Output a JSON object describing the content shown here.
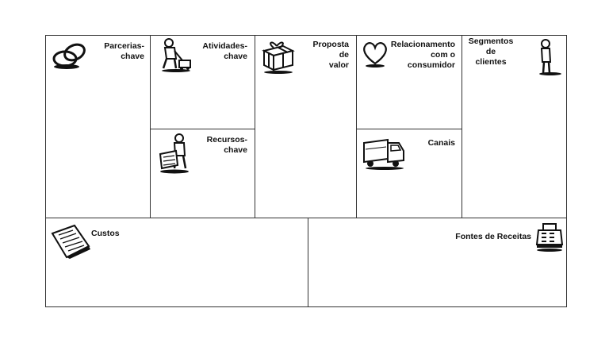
{
  "canvas": {
    "blocks": {
      "parcerias": {
        "label": "Parcerias-\nchave",
        "icon": "chain-links-icon"
      },
      "atividades": {
        "label": "Atividades-\nchave",
        "icon": "person-vacuuming-icon"
      },
      "recursos": {
        "label": "Recursos-\nchave",
        "icon": "person-with-cart-icon"
      },
      "proposta": {
        "label": "Proposta\nde\nvalor",
        "icon": "gift-box-icon"
      },
      "relacionamento": {
        "label": "Relacionamento\ncom o\nconsumidor",
        "icon": "heart-icon"
      },
      "canais": {
        "label": "Canais",
        "icon": "delivery-truck-icon"
      },
      "segmentos": {
        "label": "Segmentos\nde\nclientes",
        "icon": "standing-person-icon"
      },
      "custos": {
        "label": "Custos",
        "icon": "price-tag-document-icon"
      },
      "receitas": {
        "label": "Fontes de Receitas",
        "icon": "cash-register-icon"
      }
    }
  }
}
